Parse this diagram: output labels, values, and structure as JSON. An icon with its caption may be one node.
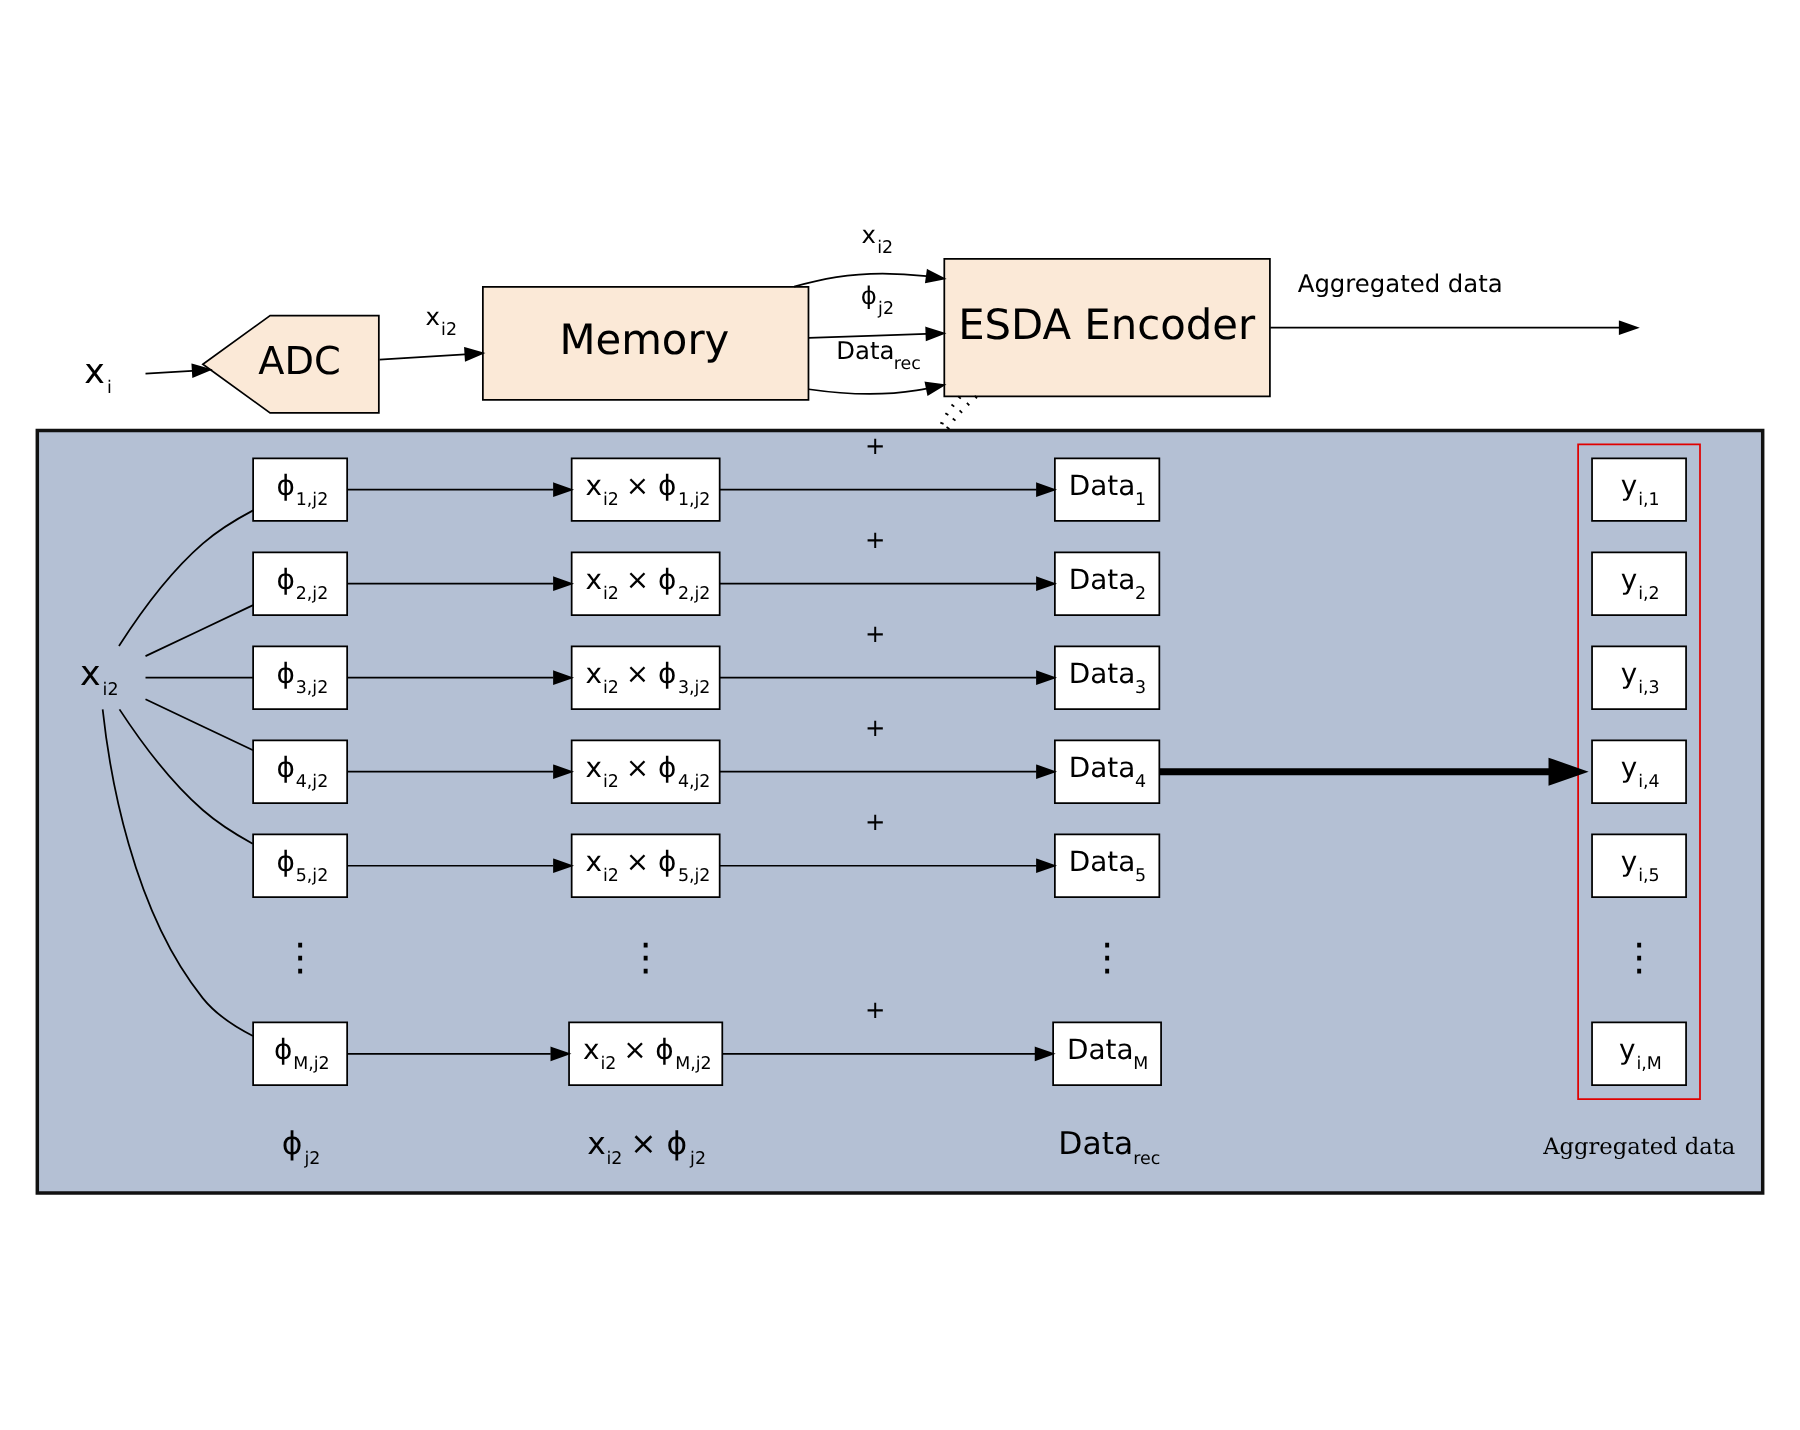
{
  "diagram": {
    "nodes": [
      {
        "text": [
          "x$_{i}$"
        ]
      },
      {
        "text": [
          "ADC"
        ]
      },
      {
        "text": [
          "Memory"
        ]
      },
      {
        "text": [
          "ESDA Encoder"
        ]
      },
      {
        "text": [],
        "shape": "box"
      },
      {
        "text": [
          "x$_{i2}$"
        ],
        "in": 4
      },
      {
        "text": [
          "ϕ$_{1,j2}$"
        ],
        "in": 4
      },
      {
        "text": [
          "ϕ$_{2,j2}$"
        ],
        "in": 4
      },
      {
        "text": [
          "ϕ$_{3,j2}$"
        ],
        "in": 4
      },
      {
        "text": [
          "ϕ$_{4,j2}$"
        ],
        "in": 4
      },
      {
        "text": [
          "ϕ$_{5,j2}$"
        ],
        "in": 4
      },
      {
        "text": [
          "ϕ$_{M,j2}$"
        ],
        "in": 4
      },
      {
        "text": [
          "x$_{i2}$ × ϕ$_{1,j2}$"
        ],
        "in": 4
      },
      {
        "text": [
          "x$_{i2}$ × ϕ$_{2,j2}$"
        ],
        "in": 4
      },
      {
        "text": [
          "x$_{i2}$ × ϕ$_{3,j2}$"
        ],
        "in": 4
      },
      {
        "text": [
          "x$_{i2}$ × ϕ$_{4,j2}$"
        ],
        "in": 4
      },
      {
        "text": [
          "x$_{i2}$ × ϕ$_{5,j2}$"
        ],
        "in": 4
      },
      {
        "text": [
          "x$_{i2}$ × ϕ$_{M,j2}$"
        ],
        "in": 4
      },
      {
        "text": [
          "Data$_{1}$"
        ],
        "in": 4
      },
      {
        "text": [
          "Data$_{2}$"
        ],
        "in": 4
      },
      {
        "text": [
          "Data$_{3}$"
        ],
        "in": 4
      },
      {
        "text": [
          "Data$_{4}$"
        ],
        "in": 4
      },
      {
        "text": [
          "Data$_{5}$"
        ],
        "in": 4
      },
      {
        "text": [
          "Data$_{M}$"
        ],
        "in": 4
      },
      {
        "text": [],
        "shape": "box",
        "in": 4
      },
      {
        "text": [
          "y$_{i,1}$"
        ],
        "in": 24
      },
      {
        "text": [
          "y$_{i,2}$"
        ],
        "in": 24
      },
      {
        "text": [
          "y$_{i,3}$"
        ],
        "in": 24
      },
      {
        "text": [
          "y$_{i,4}$"
        ],
        "in": 24
      },
      {
        "text": [
          "y$_{i,5}$"
        ],
        "in": 24
      },
      {
        "text": [
          "y$_{i,M}$"
        ],
        "in": 24
      }
    ],
    "edges": [
      {
        "from": 0,
        "to": 1,
        "arrow": "to"
      },
      {
        "from": 1,
        "to": 2,
        "arrow": "to",
        "label": "x$_{i2}$"
      },
      {
        "from": 2,
        "to": 3,
        "arrow": "to",
        "label": "x$_{i2}$"
      },
      {
        "from": 2,
        "to": 3,
        "arrow": "to",
        "label": "ϕ$_{j2}$"
      },
      {
        "from": 2,
        "to": 3,
        "arrow": "to",
        "label": "Data$_{rec}$"
      },
      {
        "from": 3,
        "to": null,
        "arrow": "to",
        "label": "Aggregated data"
      },
      {
        "from": 3,
        "to": 4,
        "arrow": "none",
        "style": "dashed"
      },
      {
        "from": 3,
        "to": 4,
        "arrow": "none",
        "style": "dashed"
      },
      {
        "from": 5,
        "to": 6,
        "arrow": "none"
      },
      {
        "from": 5,
        "to": 7,
        "arrow": "none"
      },
      {
        "from": 5,
        "to": 8,
        "arrow": "none"
      },
      {
        "from": 5,
        "to": 9,
        "arrow": "none"
      },
      {
        "from": 5,
        "to": 10,
        "arrow": "none"
      },
      {
        "from": 5,
        "to": 11,
        "arrow": "none"
      },
      {
        "from": 6,
        "to": 12,
        "arrow": "to"
      },
      {
        "from": 7,
        "to": 13,
        "arrow": "to"
      },
      {
        "from": 8,
        "to": 14,
        "arrow": "to"
      },
      {
        "from": 9,
        "to": 15,
        "arrow": "to"
      },
      {
        "from": 10,
        "to": 16,
        "arrow": "to"
      },
      {
        "from": 11,
        "to": 17,
        "arrow": "to"
      },
      {
        "from": 12,
        "to": 18,
        "arrow": "to",
        "label": "+"
      },
      {
        "from": 13,
        "to": 19,
        "arrow": "to",
        "label": "+"
      },
      {
        "from": 14,
        "to": 20,
        "arrow": "to",
        "label": "+"
      },
      {
        "from": 15,
        "to": 21,
        "arrow": "to",
        "label": "+"
      },
      {
        "from": 16,
        "to": 22,
        "arrow": "to",
        "label": "+"
      },
      {
        "from": 17,
        "to": 23,
        "arrow": "to",
        "label": "+"
      },
      {
        "from": 21,
        "to": 24,
        "arrow": "to",
        "style": "thick"
      }
    ],
    "labels": [
      "⋮",
      "⋮",
      "⋮",
      "⋮",
      "ϕ$_{j2}$",
      "x$_{i2}$ × ϕ$_{j2}$",
      "Data$_{rec}$",
      "Aggregated data"
    ]
  }
}
